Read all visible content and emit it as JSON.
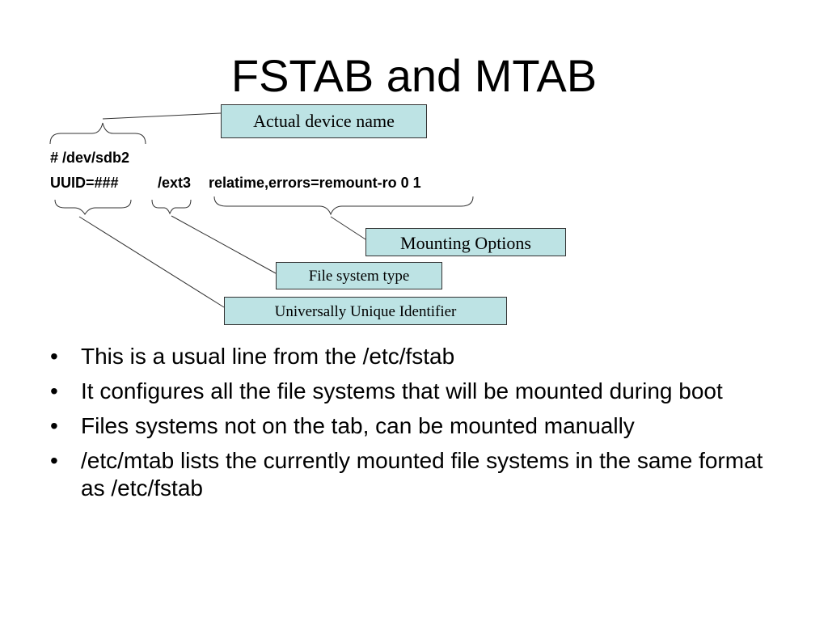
{
  "slide": {
    "title": "FSTAB and MTAB",
    "code_line_1": "# /dev/sdb2",
    "code_line_2": {
      "uuid": "UUID=###",
      "fstype": "/ext3",
      "options": "relatime,errors=remount-ro 0 1"
    },
    "labels": {
      "device": "Actual device name",
      "mount_options": "Mounting Options",
      "fs_type": "File system type",
      "uuid": "Universally Unique Identifier"
    },
    "bullet_char": "•",
    "bullets": [
      "This is a usual line from the /etc/fstab",
      "It configures all the file systems that will be mounted during boot",
      "Files systems not on the tab, can be mounted manually",
      "/etc/mtab lists the currently mounted file systems in the same format as /etc/fstab"
    ],
    "colors": {
      "label_fill": "#bde3e4",
      "label_border": "#333333"
    }
  }
}
